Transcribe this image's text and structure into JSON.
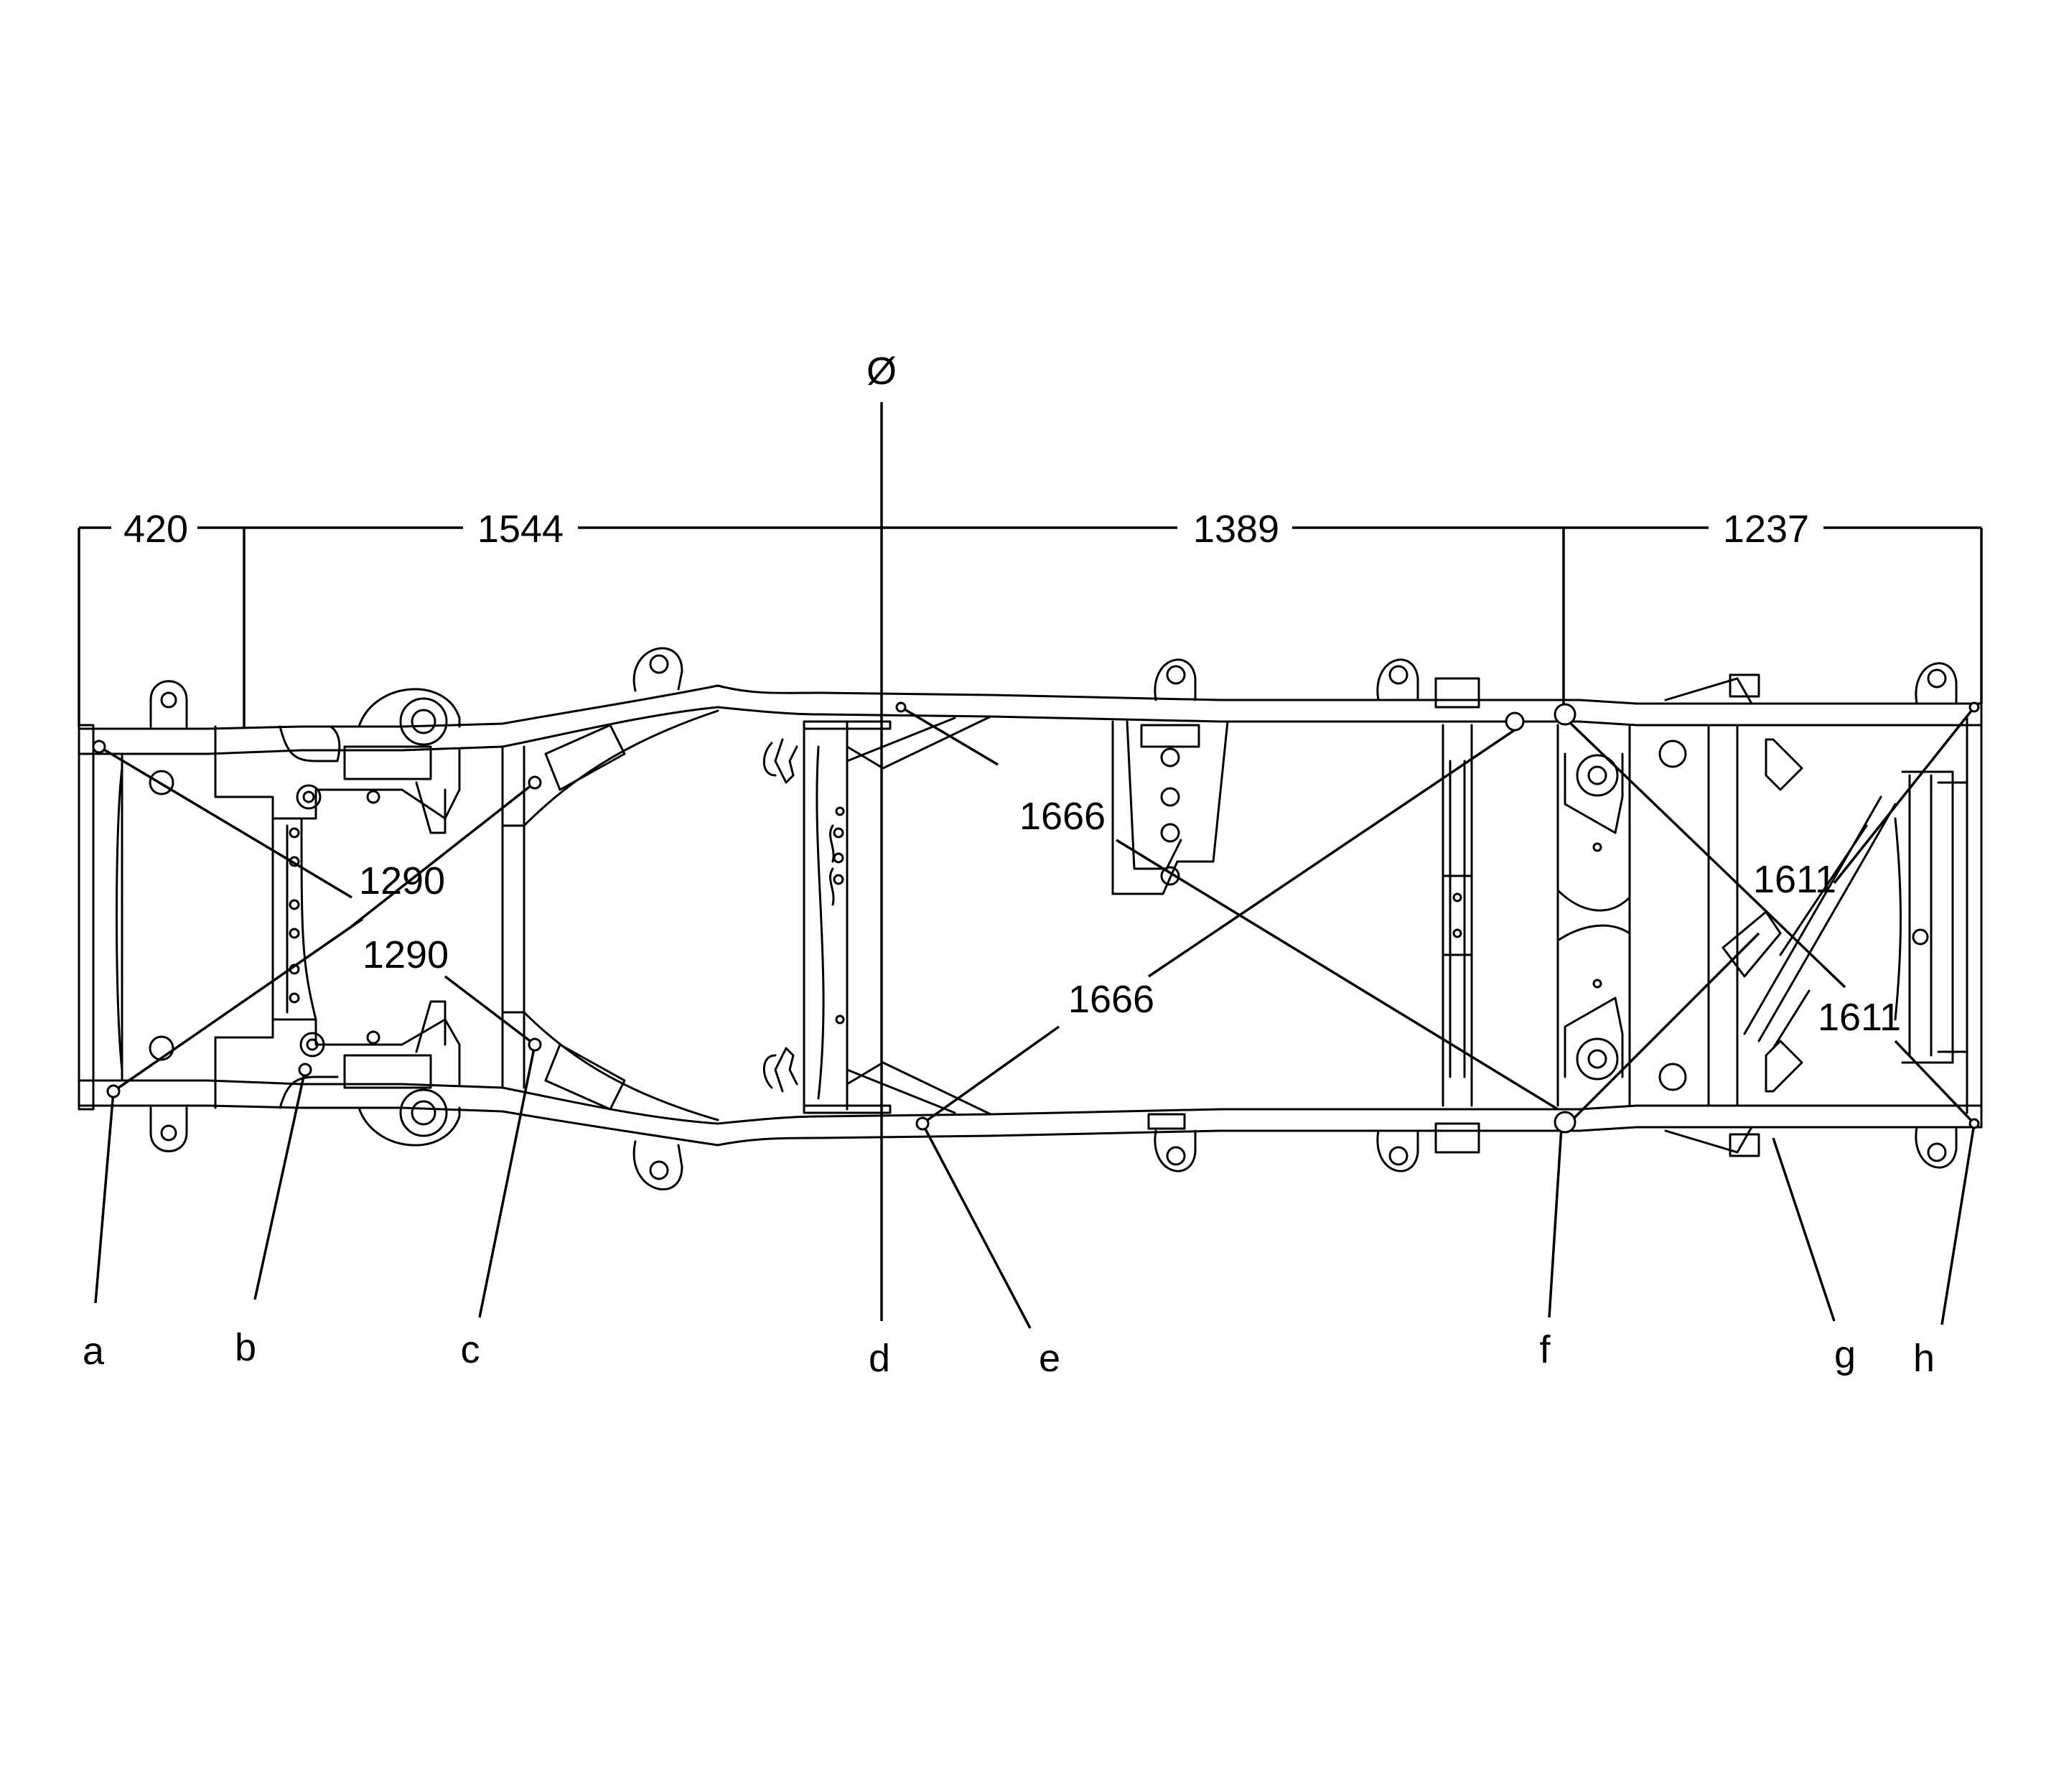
{
  "datum_symbol": "Ø",
  "dimensions_top": [
    "420",
    "1544",
    "1389",
    "1237"
  ],
  "diagonals": {
    "front_upper": "1290",
    "front_lower": "1290",
    "mid_upper": "1666",
    "mid_lower": "1666",
    "rear_upper": "1611",
    "rear_lower": "1611"
  },
  "points": [
    "a",
    "b",
    "c",
    "d",
    "e",
    "f",
    "g",
    "h"
  ]
}
